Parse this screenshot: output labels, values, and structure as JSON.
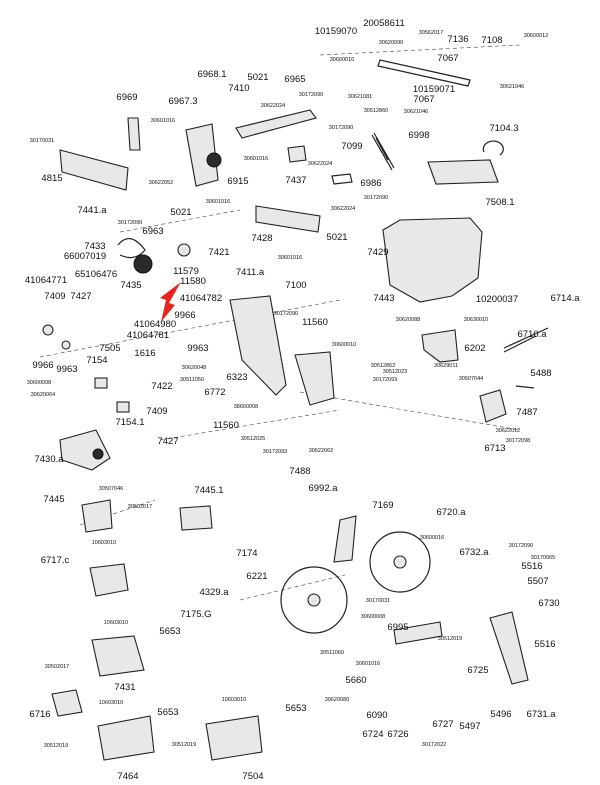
{
  "colors": {
    "highlight_arrow": "#e8251c",
    "line": "#222222",
    "background": "#ffffff"
  },
  "highlighted_part": "41064980",
  "labels": {
    "l0": "10159070",
    "l1": "20058611",
    "l2": "30562017",
    "l3": "30620090",
    "l4": "7136",
    "l5": "7108",
    "l6": "30600012",
    "l7": "30600010",
    "l8": "7067",
    "l9": "30621081",
    "l10": "10159071",
    "l11": "30621046",
    "l12": "30512860",
    "l13": "7067",
    "l14": "30621046",
    "l15": "6968.1",
    "l16": "5021",
    "l17": "6965",
    "l18": "6969",
    "l19": "6967.3",
    "l20": "7410",
    "l21": "30622024",
    "l22": "30172090",
    "l23": "30601016",
    "l24": "7104.3",
    "l25": "30170031",
    "l26": "30172090",
    "l27": "6998",
    "l28": "7099",
    "l29": "30622024",
    "l30": "30601016",
    "l31": "4815",
    "l32": "30622052",
    "l33": "6915",
    "l34": "7437",
    "l35": "6986",
    "l36": "7508.1",
    "l37": "7441.a",
    "l38": "5021",
    "l39": "30601016",
    "l40": "30172090",
    "l41": "30622024",
    "l42": "30172090",
    "l43": "6963",
    "l44": "7428",
    "l45": "5021",
    "l46": "7433",
    "l47": "66007019",
    "l48": "30601016",
    "l49": "7429",
    "l50": "7421",
    "l51": "11579",
    "l52": "65106476",
    "l53": "41064771",
    "l54": "7435",
    "l55": "11580",
    "l56": "7411.a",
    "l57": "7443",
    "l58": "7409",
    "l59": "7427",
    "l60": "41064782",
    "l61": "7100",
    "l62": "10200037",
    "l63": "6714.a",
    "l64": "41064980",
    "l65": "9966",
    "l66": "30172090",
    "l67": "41064781",
    "l68": "9963",
    "l69": "11560",
    "l70": "30620088",
    "l71": "30630010",
    "l72": "6710.a",
    "l73": "7505",
    "l74": "1616",
    "l75": "6202",
    "l76": "9966",
    "l77": "9963",
    "l78": "7154",
    "l79": "30620048",
    "l80": "30600010",
    "l81": "30512862",
    "l82": "30629011",
    "l83": "30600008",
    "l84": "7422",
    "l85": "6323",
    "l86": "30512023",
    "l87": "5488",
    "l88": "30511050",
    "l89": "30172093",
    "l90": "30507044",
    "l91": "6772",
    "l92": "30620064",
    "l93": "7409",
    "l94": "38600008",
    "l95": "7487",
    "l96": "7154.1",
    "l97": "11560",
    "l98": "30622012",
    "l99": "7427",
    "l100": "30512025",
    "l101": "30172098",
    "l102": "30172093",
    "l103": "30622062",
    "l104": "6713",
    "l105": "7430.a",
    "l106": "7488",
    "l107": "6992.a",
    "l108": "7445",
    "l109": "30507046",
    "l110": "7445.1",
    "l111": "30502017",
    "l112": "7169",
    "l113": "6720.a",
    "l114": "10603010",
    "l115": "30600016",
    "l116": "6717.c",
    "l117": "7174",
    "l118": "30172090",
    "l119": "6732.a",
    "l120": "30170065",
    "l121": "5516",
    "l122": "6221",
    "l123": "5507",
    "l124": "4329.a",
    "l125": "30170031",
    "l126": "6730",
    "l127": "7175.G",
    "l128": "30600008",
    "l129": "30512019",
    "l130": "6995",
    "l131": "10603010",
    "l132": "5653",
    "l133": "30511060",
    "l134": "5516",
    "l135": "30601016",
    "l136": "30502017",
    "l137": "6725",
    "l138": "7431",
    "l139": "5660",
    "l140": "30620080",
    "l141": "5496",
    "l142": "10603010",
    "l143": "6090",
    "l144": "6731.a",
    "l145": "6716",
    "l146": "5653",
    "l147": "10603010",
    "l148": "5653",
    "l149": "6724",
    "l150": "6726",
    "l151": "6727",
    "l152": "5497",
    "l153": "30512019",
    "l154": "30512019",
    "l155": "30172022",
    "l156": "7464",
    "l157": "7504"
  }
}
